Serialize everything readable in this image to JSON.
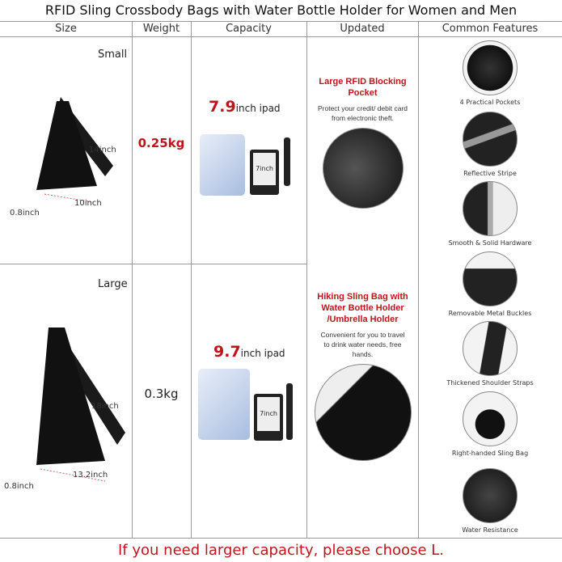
{
  "title": "RFID Sling Crossbody Bags with Water Bottle Holder for Women and Men",
  "headers": [
    "Size",
    "Weight",
    "Capacity",
    "Updated",
    "Common Features"
  ],
  "rows": [
    {
      "size": "Small",
      "dims": {
        "height": "14inch",
        "width": "10inch",
        "depth": "0.8inch"
      },
      "weight": "0.25kg",
      "capacity_num": "7.9",
      "capacity_unit": "inch ipad",
      "kindle": "7inch"
    },
    {
      "size": "Large",
      "dims": {
        "height": "18inch",
        "width": "13.2inch",
        "depth": "0.8inch"
      },
      "weight": "0.3kg",
      "capacity_num": "9.7",
      "capacity_unit": "inch ipad",
      "kindle": "7inch"
    }
  ],
  "updated": [
    {
      "title": "Large RFID Blocking Pocket",
      "text": "Protect your credit/ debit card from electronic theft."
    },
    {
      "title": "Hiking Sling Bag with Water Bottle Holder /Umbrella Holder",
      "text": "Convenient for you to travel to drink water needs, free hands."
    }
  ],
  "features": [
    "4 Practical Pockets",
    "Reflective Stripe",
    "Smooth & Solid Hardware",
    "Removable Metal Buckles",
    "Thickened Shoulder Straps",
    "Right-handed Sling Bag",
    "Water Resistance"
  ],
  "footer": "If you need larger capacity, please choose L.",
  "colors": {
    "accent": "#c0141c",
    "grid": "#999999"
  }
}
